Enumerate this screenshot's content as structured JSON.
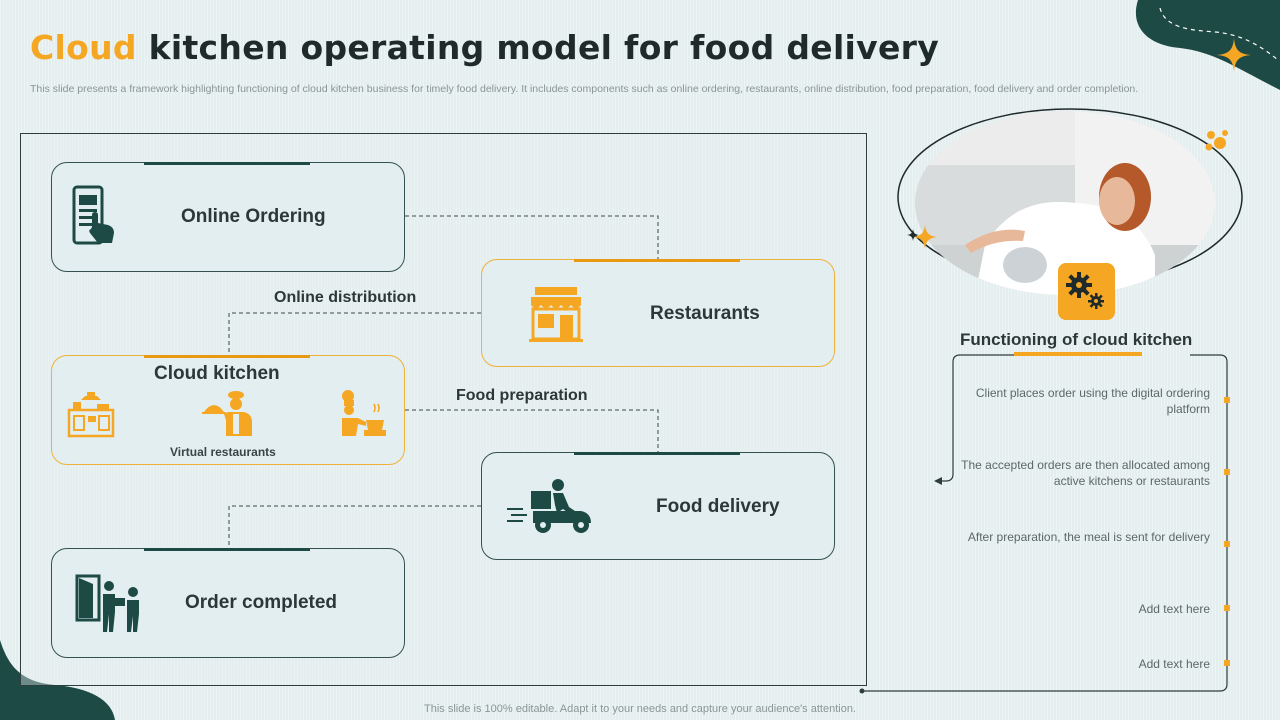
{
  "title": {
    "accent": "Cloud",
    "rest": " kitchen operating model for food delivery"
  },
  "subtitle": "This slide presents a framework highlighting functioning of cloud kitchen business for timely food delivery. It includes components such as online ordering, restaurants, online distribution, food preparation, food delivery and order completion.",
  "footer": "This slide is 100% editable. Adapt it to your needs and capture your audience's attention.",
  "diagram": {
    "online_ordering": "Online Ordering",
    "restaurants": "Restaurants",
    "online_distribution": "Online  distribution",
    "cloud_kitchen": "Cloud kitchen",
    "virtual_restaurants": "Virtual restaurants",
    "food_preparation": "Food preparation",
    "food_delivery": "Food delivery",
    "order_completed": "Order completed"
  },
  "functioning": {
    "title": "Functioning  of cloud kitchen",
    "items": [
      "Client places order using the digital ordering platform",
      "The accepted orders are then allocated among active kitchens or restaurants",
      "After preparation,  the meal is sent for delivery",
      "Add text here",
      "Add text here"
    ]
  },
  "icons": [
    "mobile-order-icon",
    "store-icon",
    "kitchen-icon",
    "waiter-icon",
    "chef-icon",
    "delivery-scooter-icon",
    "door-delivery-icon",
    "gears-icon",
    "sparkle-icon"
  ],
  "colors": {
    "accent": "#f5a623",
    "dark_teal": "#1e4a46",
    "background": "#e4eeef"
  }
}
